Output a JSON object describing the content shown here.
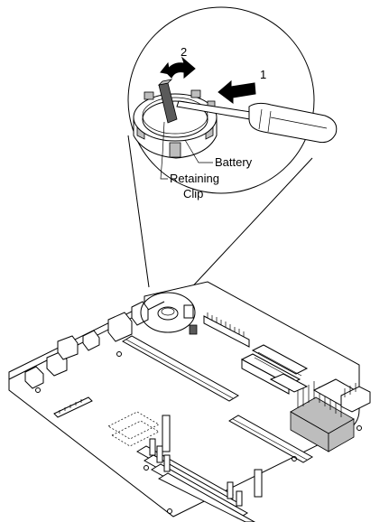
{
  "labels": {
    "step1": "1",
    "step2": "2",
    "battery": "Battery",
    "retaining_clip_line1": "Retaining",
    "retaining_clip_line2": "Clip"
  },
  "colors": {
    "line": "#000000",
    "fill_light": "#bdbdbd",
    "fill_dark": "#5a5a5a",
    "background": "#ffffff"
  },
  "icons": {
    "push-arrow": "arrow-left",
    "lift-arrow": "curved-arrow"
  }
}
